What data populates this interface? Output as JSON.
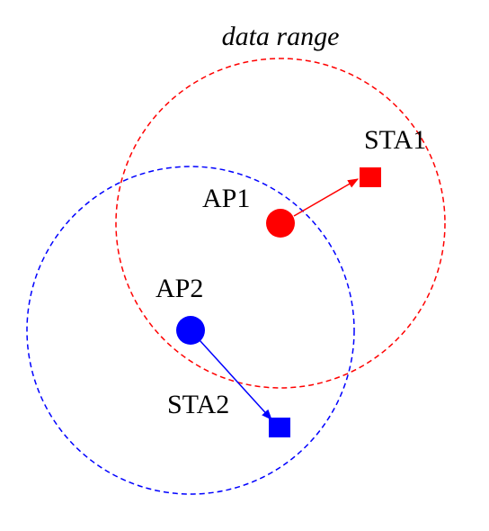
{
  "title": "data range",
  "nodes": {
    "ap1": {
      "label": "AP1"
    },
    "sta1": {
      "label": "STA1"
    },
    "ap2": {
      "label": "AP2"
    },
    "sta2": {
      "label": "STA2"
    }
  },
  "colors": {
    "network1": "#ff0000",
    "network2": "#0000ff",
    "text": "#000000"
  },
  "shapes": {
    "ap": "circle",
    "sta": "square",
    "range": "dashed-circle",
    "link": "arrow"
  }
}
